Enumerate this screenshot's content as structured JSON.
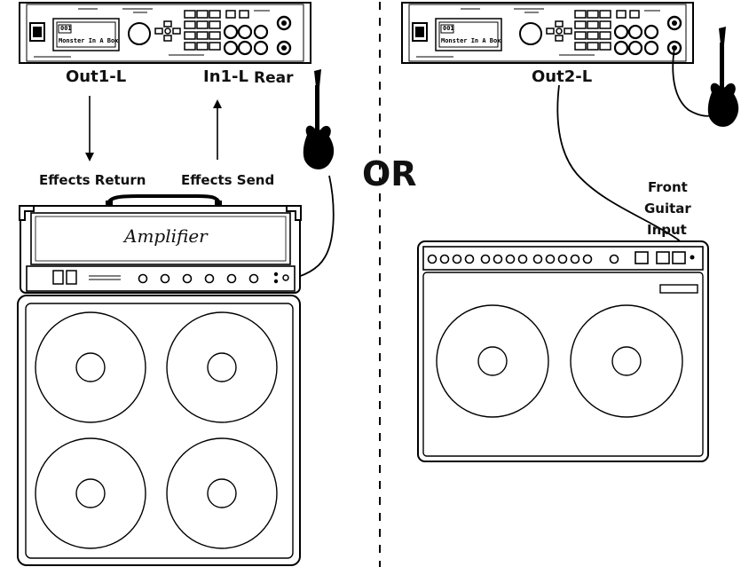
{
  "left_setup": {
    "preset_number": "001",
    "preset_name": "Monster In A Box",
    "output_label": "Out1-L",
    "input_label": "In1-L",
    "rear_label": "Rear",
    "effects_return_label": "Effects Return",
    "effects_send_label": "Effects Send",
    "amp_logo": "Amplifier"
  },
  "divider_label": "OR",
  "right_setup": {
    "preset_number": "001",
    "preset_name": "Monster In A Box",
    "output_label": "Out2-L",
    "front_input_label": [
      "Front",
      "Guitar",
      "Input"
    ]
  },
  "colors": {
    "line": "#000000",
    "background": "#ffffff"
  },
  "icons": [
    "guitar-icon",
    "arrow-down-icon",
    "arrow-up-icon",
    "speaker-icon",
    "knob-icon"
  ]
}
